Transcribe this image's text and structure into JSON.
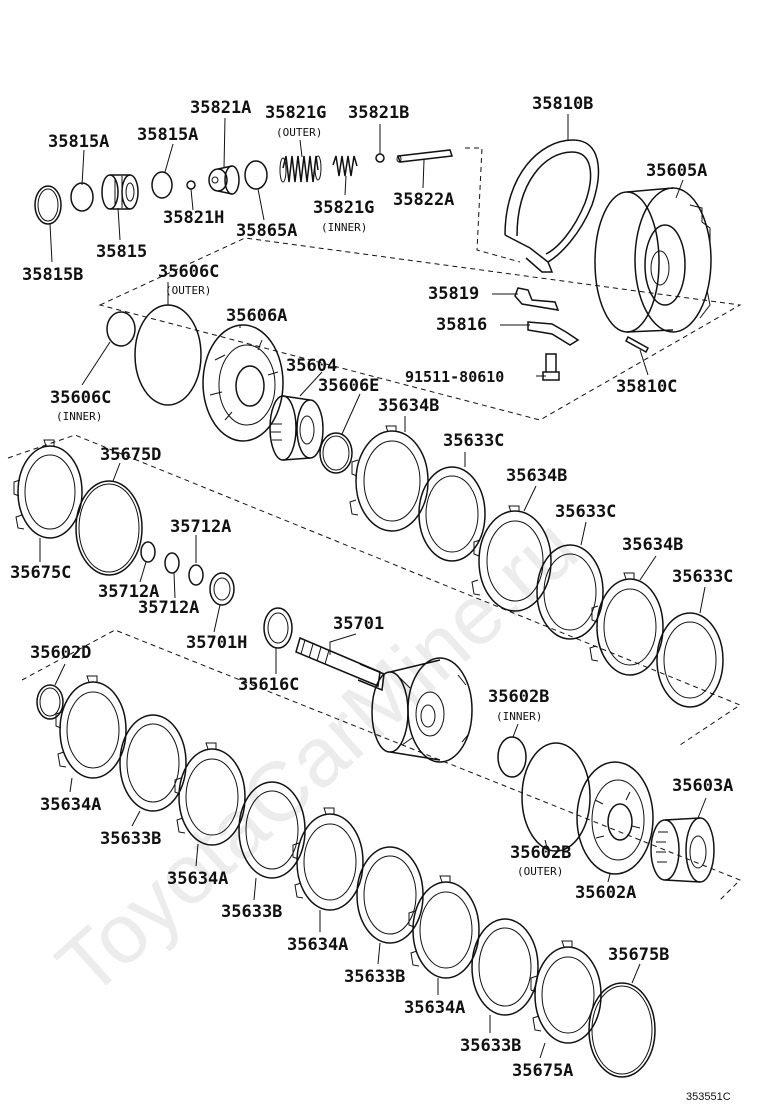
{
  "watermark": "ToyotaCarMine.ru",
  "figure_id": "353551C",
  "labels": {
    "35815A_1": "35815A",
    "35815A_2": "35815A",
    "35815": "35815",
    "35815B": "35815B",
    "35821A": "35821A",
    "35821G_outer": "35821G",
    "outer_note_1": "(OUTER)",
    "35821B": "35821B",
    "35821H": "35821H",
    "35865A": "35865A",
    "35821G_inner": "35821G",
    "inner_note_1": "(INNER)",
    "35822A": "35822A",
    "35810B": "35810B",
    "35605A": "35605A",
    "35819": "35819",
    "35816": "35816",
    "91511_80610": "91511-80610",
    "35810C": "35810C",
    "35606C_outer": "35606C",
    "outer_note_2": "(OUTER)",
    "35606A": "35606A",
    "35604": "35604",
    "35606E": "35606E",
    "35606C_inner": "35606C",
    "inner_note_2": "(INNER)",
    "35675D": "35675D",
    "35675C": "35675C",
    "35712A_1": "35712A",
    "35712A_2": "35712A",
    "35712A_3": "35712A",
    "35701H": "35701H",
    "35701": "35701",
    "35616C": "35616C",
    "35634B_1": "35634B",
    "35633C_1": "35633C",
    "35634B_2": "35634B",
    "35633C_2": "35633C",
    "35634B_3": "35634B",
    "35633C_3": "35633C",
    "35602D": "35602D",
    "35634A_1": "35634A",
    "35633B_1": "35633B",
    "35634A_2": "35634A",
    "35633B_2": "35633B",
    "35634A_3": "35634A",
    "35633B_3": "35633B",
    "35634A_4": "35634A",
    "35633B_4": "35633B",
    "35675A": "35675A",
    "35675B": "35675B",
    "35602B_inner": "35602B",
    "inner_note_3": "(INNER)",
    "35602B_outer": "35602B",
    "outer_note_3": "(OUTER)",
    "35603A": "35603A",
    "35602A": "35602A"
  }
}
